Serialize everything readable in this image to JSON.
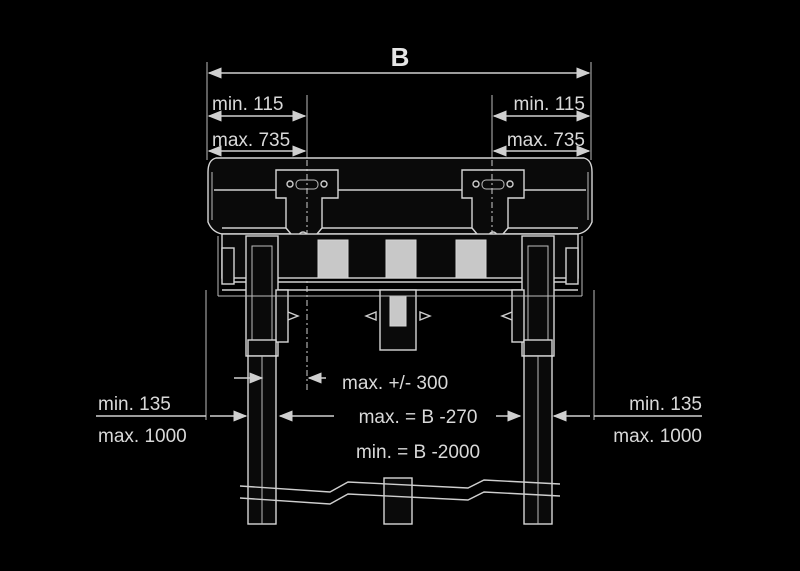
{
  "dimensions": {
    "overall_width": "B",
    "top_left_min": "min. 115",
    "top_left_max": "max. 735",
    "top_right_min": "min. 115",
    "top_right_max": "max. 735",
    "offset": "max. +/- 300",
    "side_left_min": "min. 135",
    "side_left_max": "max. 1000",
    "side_right_min": "min. 135",
    "side_right_max": "max. 1000",
    "center_max": "max. = B -270",
    "center_min": "min. = B -2000"
  },
  "colors": {
    "background": "#000000",
    "line": "#cfcfcf",
    "infill": "#c8c8c8"
  }
}
